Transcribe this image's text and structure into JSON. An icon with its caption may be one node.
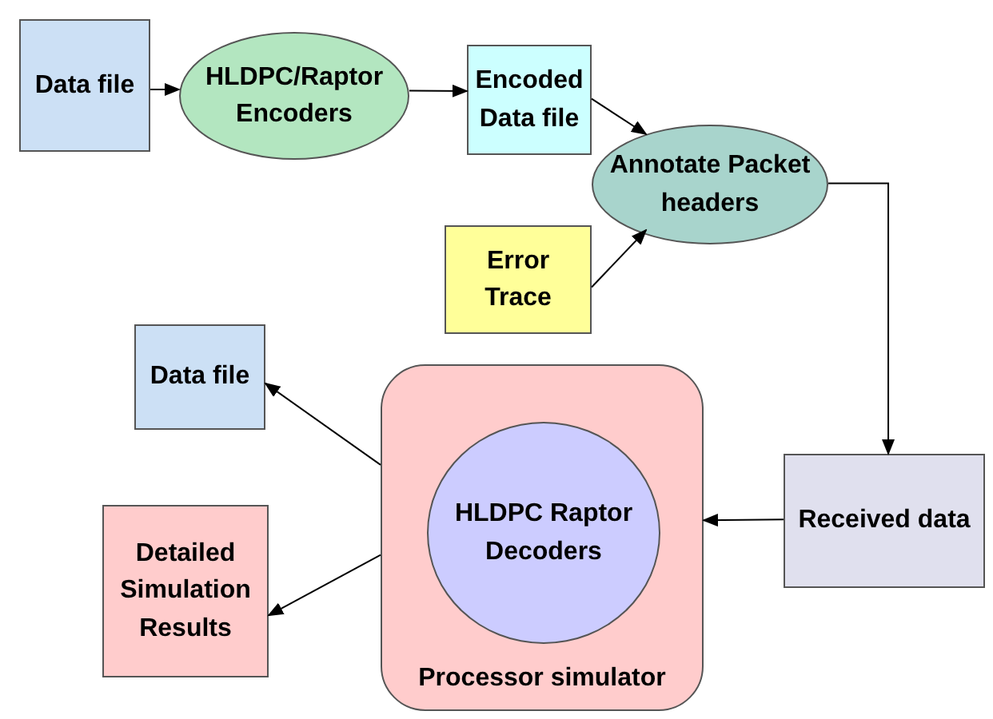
{
  "diagram": {
    "nodes": [
      {
        "text": [
          "Data file"
        ]
      },
      {
        "text": [
          "HLDPC/Raptor Encoders"
        ]
      },
      {
        "text": [
          "Encoded Data file"
        ]
      },
      {
        "text": [
          "Annotate Packet headers"
        ]
      },
      {
        "text": [
          "Error Trace"
        ]
      },
      {
        "text": [
          "Data file"
        ]
      },
      {
        "text": [
          "Processor simulator"
        ]
      },
      {
        "text": [
          "HLDPC Raptor Decoders"
        ],
        "in": 6
      },
      {
        "text": [
          "Received data"
        ]
      },
      {
        "text": [
          "Detailed Simulation Results"
        ]
      }
    ],
    "edges": [
      {
        "from": 0,
        "to": 1,
        "arrow": "to"
      },
      {
        "from": 1,
        "to": 2,
        "arrow": "to"
      },
      {
        "from": 2,
        "to": 3,
        "arrow": "to"
      },
      {
        "from": 4,
        "to": 3,
        "arrow": "to"
      },
      {
        "from": 3,
        "to": 8,
        "arrow": "to"
      },
      {
        "from": 8,
        "to": 6,
        "arrow": "to"
      },
      {
        "from": 6,
        "to": 5,
        "arrow": "to"
      },
      {
        "from": 6,
        "to": 9,
        "arrow": "to"
      }
    ]
  }
}
